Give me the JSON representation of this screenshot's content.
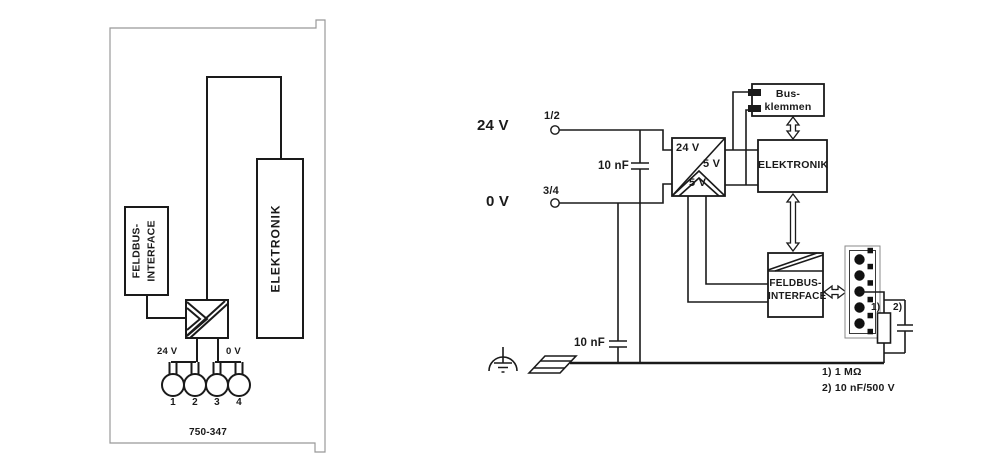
{
  "colors": {
    "line": "#1a1a1a",
    "module_outline": "#999999",
    "background": "#ffffff"
  },
  "left_module": {
    "part_number": "750-347",
    "feldbus_interface": {
      "line1": "FELDBUS-",
      "line2": "INTERFACE"
    },
    "elektronik": "ELEKTRONIK",
    "supply_24v": "24 V",
    "supply_0v": "0 V",
    "terminals": [
      "1",
      "2",
      "3",
      "4"
    ]
  },
  "right_circuit": {
    "supply_24v": "24 V",
    "supply_0v": "0 V",
    "terminal_pair_top": "1/2",
    "terminal_pair_bottom": "3/4",
    "capacitor_top": "10 nF",
    "capacitor_bottom": "10 nF",
    "converter": {
      "input": "24 V",
      "output_right": "5 V",
      "output_bottom": "5 V"
    },
    "bus_klemmen": {
      "line1": "Bus-",
      "line2": "klemmen"
    },
    "elektronik": "ELEKTRONIK",
    "feldbus_interface": {
      "line1": "FELDBUS-",
      "line2": "INTERFACE"
    },
    "ref_1": "1)",
    "ref_2": "2)",
    "footnote_1": "1) 1 MΩ",
    "footnote_2": "2) 10 nF/500 V",
    "symbols": {
      "capacitor": "capacitor-symbol",
      "dc_dc_converter": "dc-dc-converter-symbol",
      "earth_ground": "earth-ground-symbol",
      "din_rail": "din-rail-symbol",
      "d_sub_connector": "d-sub-connector-symbol",
      "data_flow": "double-headed-arrow"
    }
  }
}
